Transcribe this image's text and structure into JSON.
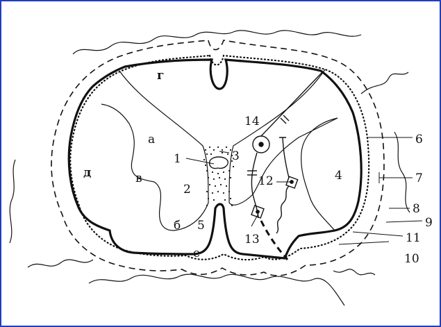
{
  "colors": {
    "frame": "#1f3fbf",
    "ink": "#111111",
    "background": "#ffffff"
  },
  "diagram": {
    "letters": {
      "g": "г",
      "a": "а",
      "v": "в",
      "d": "д",
      "b": "б",
      "e": "е"
    },
    "numbers": {
      "n1": "1",
      "n2": "2",
      "n3": "3",
      "n4": "4",
      "n5": "5",
      "n6": "6",
      "n7": "7",
      "n8": "8",
      "n9": "9",
      "n10": "10",
      "n11": "11",
      "n12": "12",
      "n13": "13",
      "n14": "14"
    }
  }
}
